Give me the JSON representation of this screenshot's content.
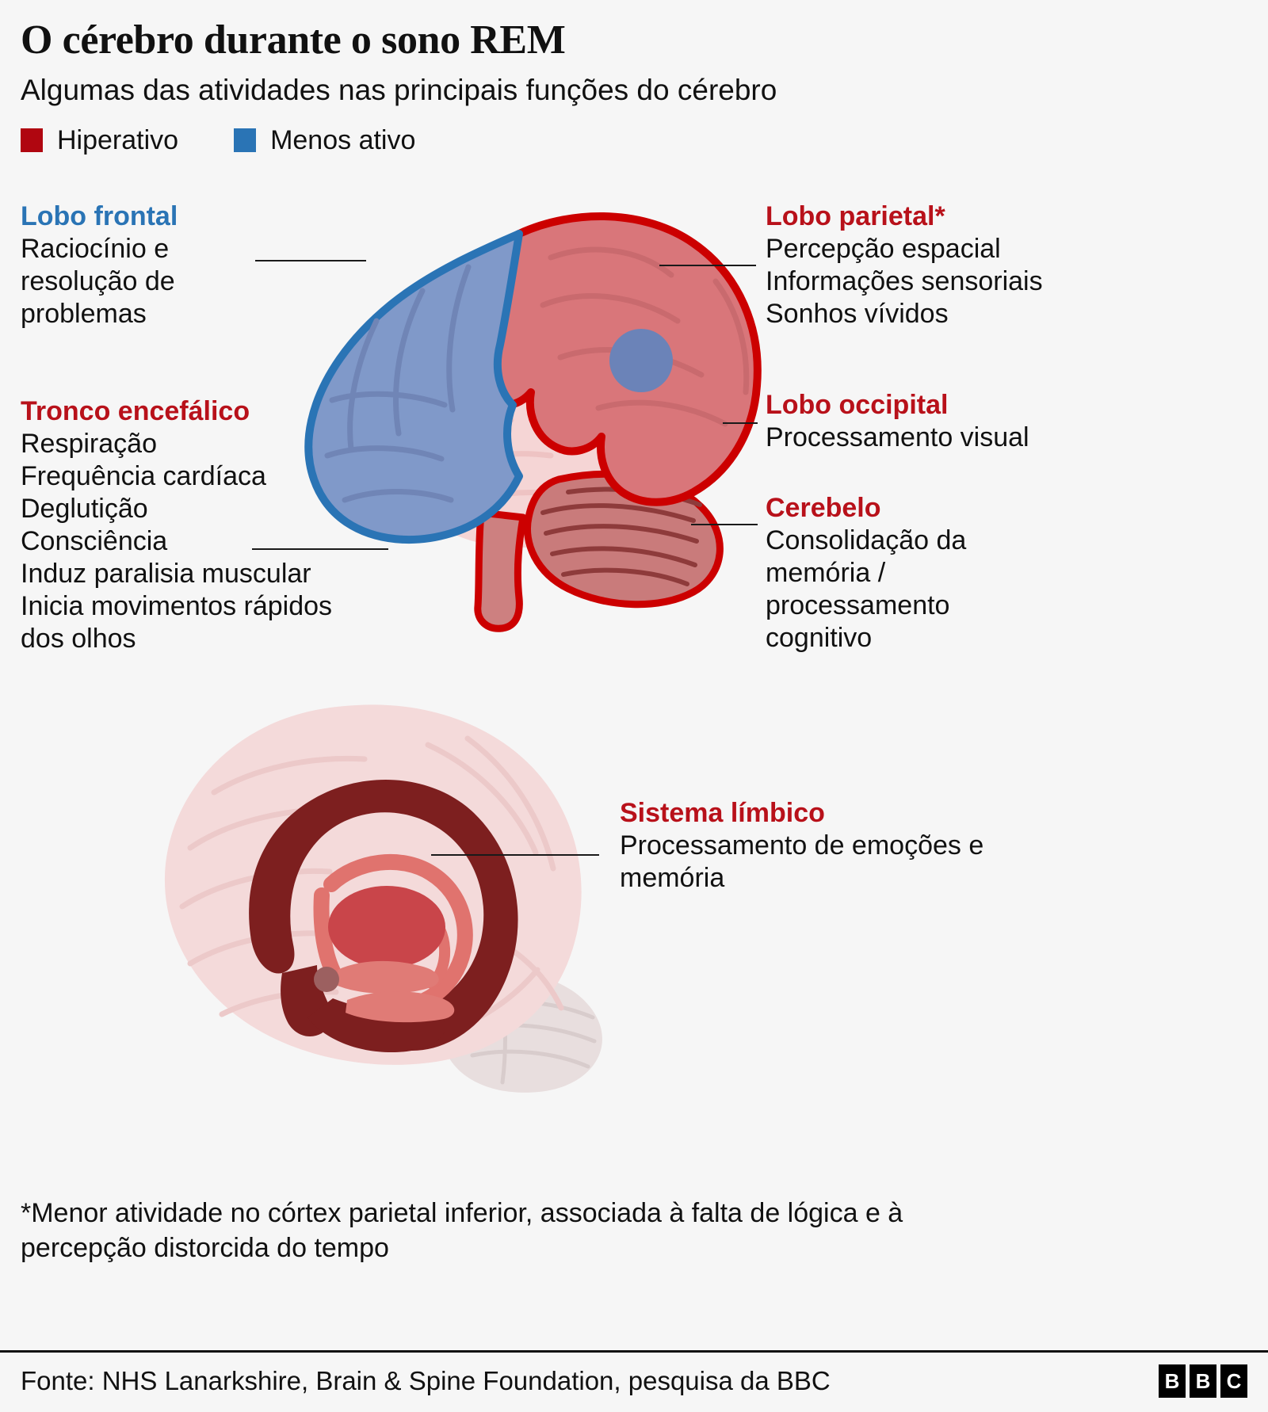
{
  "header": {
    "title": "O cérebro durante o sono REM",
    "subtitle": "Algumas das atividades nas principais funções do cérebro"
  },
  "legend": {
    "items": [
      {
        "label": "Hiperativo",
        "color": "#b00610"
      },
      {
        "label": "Menos ativo",
        "color": "#2a74b5"
      }
    ]
  },
  "callouts": {
    "frontal": {
      "title": "Lobo frontal",
      "color": "#2a74b5",
      "lines": [
        "Raciocínio e",
        "resolução de",
        "problemas"
      ]
    },
    "brainstem": {
      "title": "Tronco encefálico",
      "color": "#b8111a",
      "lines": [
        "Respiração",
        "Frequência cardíaca",
        "Deglutição",
        "Consciência",
        "Induz paralisia muscular",
        "Inicia movimentos rápidos",
        "dos olhos"
      ]
    },
    "parietal": {
      "title": "Lobo parietal*",
      "color": "#b8111a",
      "lines": [
        "Percepção espacial",
        "Informações sensoriais",
        "Sonhos vívidos"
      ]
    },
    "occipital": {
      "title": "Lobo occipital",
      "color": "#b8111a",
      "lines": [
        "Processamento visual"
      ]
    },
    "cerebelo": {
      "title": "Cerebelo",
      "color": "#b8111a",
      "lines": [
        "Consolidação da",
        "memória /",
        "processamento",
        "cognitivo"
      ]
    },
    "limbico": {
      "title": "Sistema límbico",
      "color": "#b8111a",
      "lines": [
        "Processamento de emoções e",
        "memória"
      ]
    }
  },
  "footnote": {
    "lines": [
      "*Menor atividade no córtex parietal inferior, associada à falta de lógica e à",
      "percepção distorcida do tempo"
    ]
  },
  "footer": {
    "source": "Fonte: NHS Lanarkshire, Brain & Spine Foundation, pesquisa da BBC",
    "logo": [
      "B",
      "B",
      "C"
    ]
  },
  "illustration": {
    "lateral_brain": {
      "frontal_lobe_fill": "#8099c9",
      "frontal_lobe_stroke": "#2a74b5",
      "parietal_occipital_fill": "#d9767a",
      "parietal_occipital_stroke": "#cc0000",
      "temporal_lobe_fill": "#f5d5d5",
      "cerebellum_fill": "#c97b7b",
      "cerebellum_ridge": "#8e3b3b",
      "brainstem_fill": "#cd8080",
      "marker_circle_fill": "#6b83b8"
    },
    "sagittal_brain": {
      "cortex_fill": "#f4dada",
      "gyri_fill": "#ecc9c9",
      "limbic_fill": "#7d1f1f",
      "fornix_fill": "#e0736e",
      "thalamus_fill": "#c9454a",
      "hippocampus_fill": "#e07b76",
      "amygdala_fill": "#9c6060",
      "cerebellum_fill": "#e8dede"
    }
  }
}
